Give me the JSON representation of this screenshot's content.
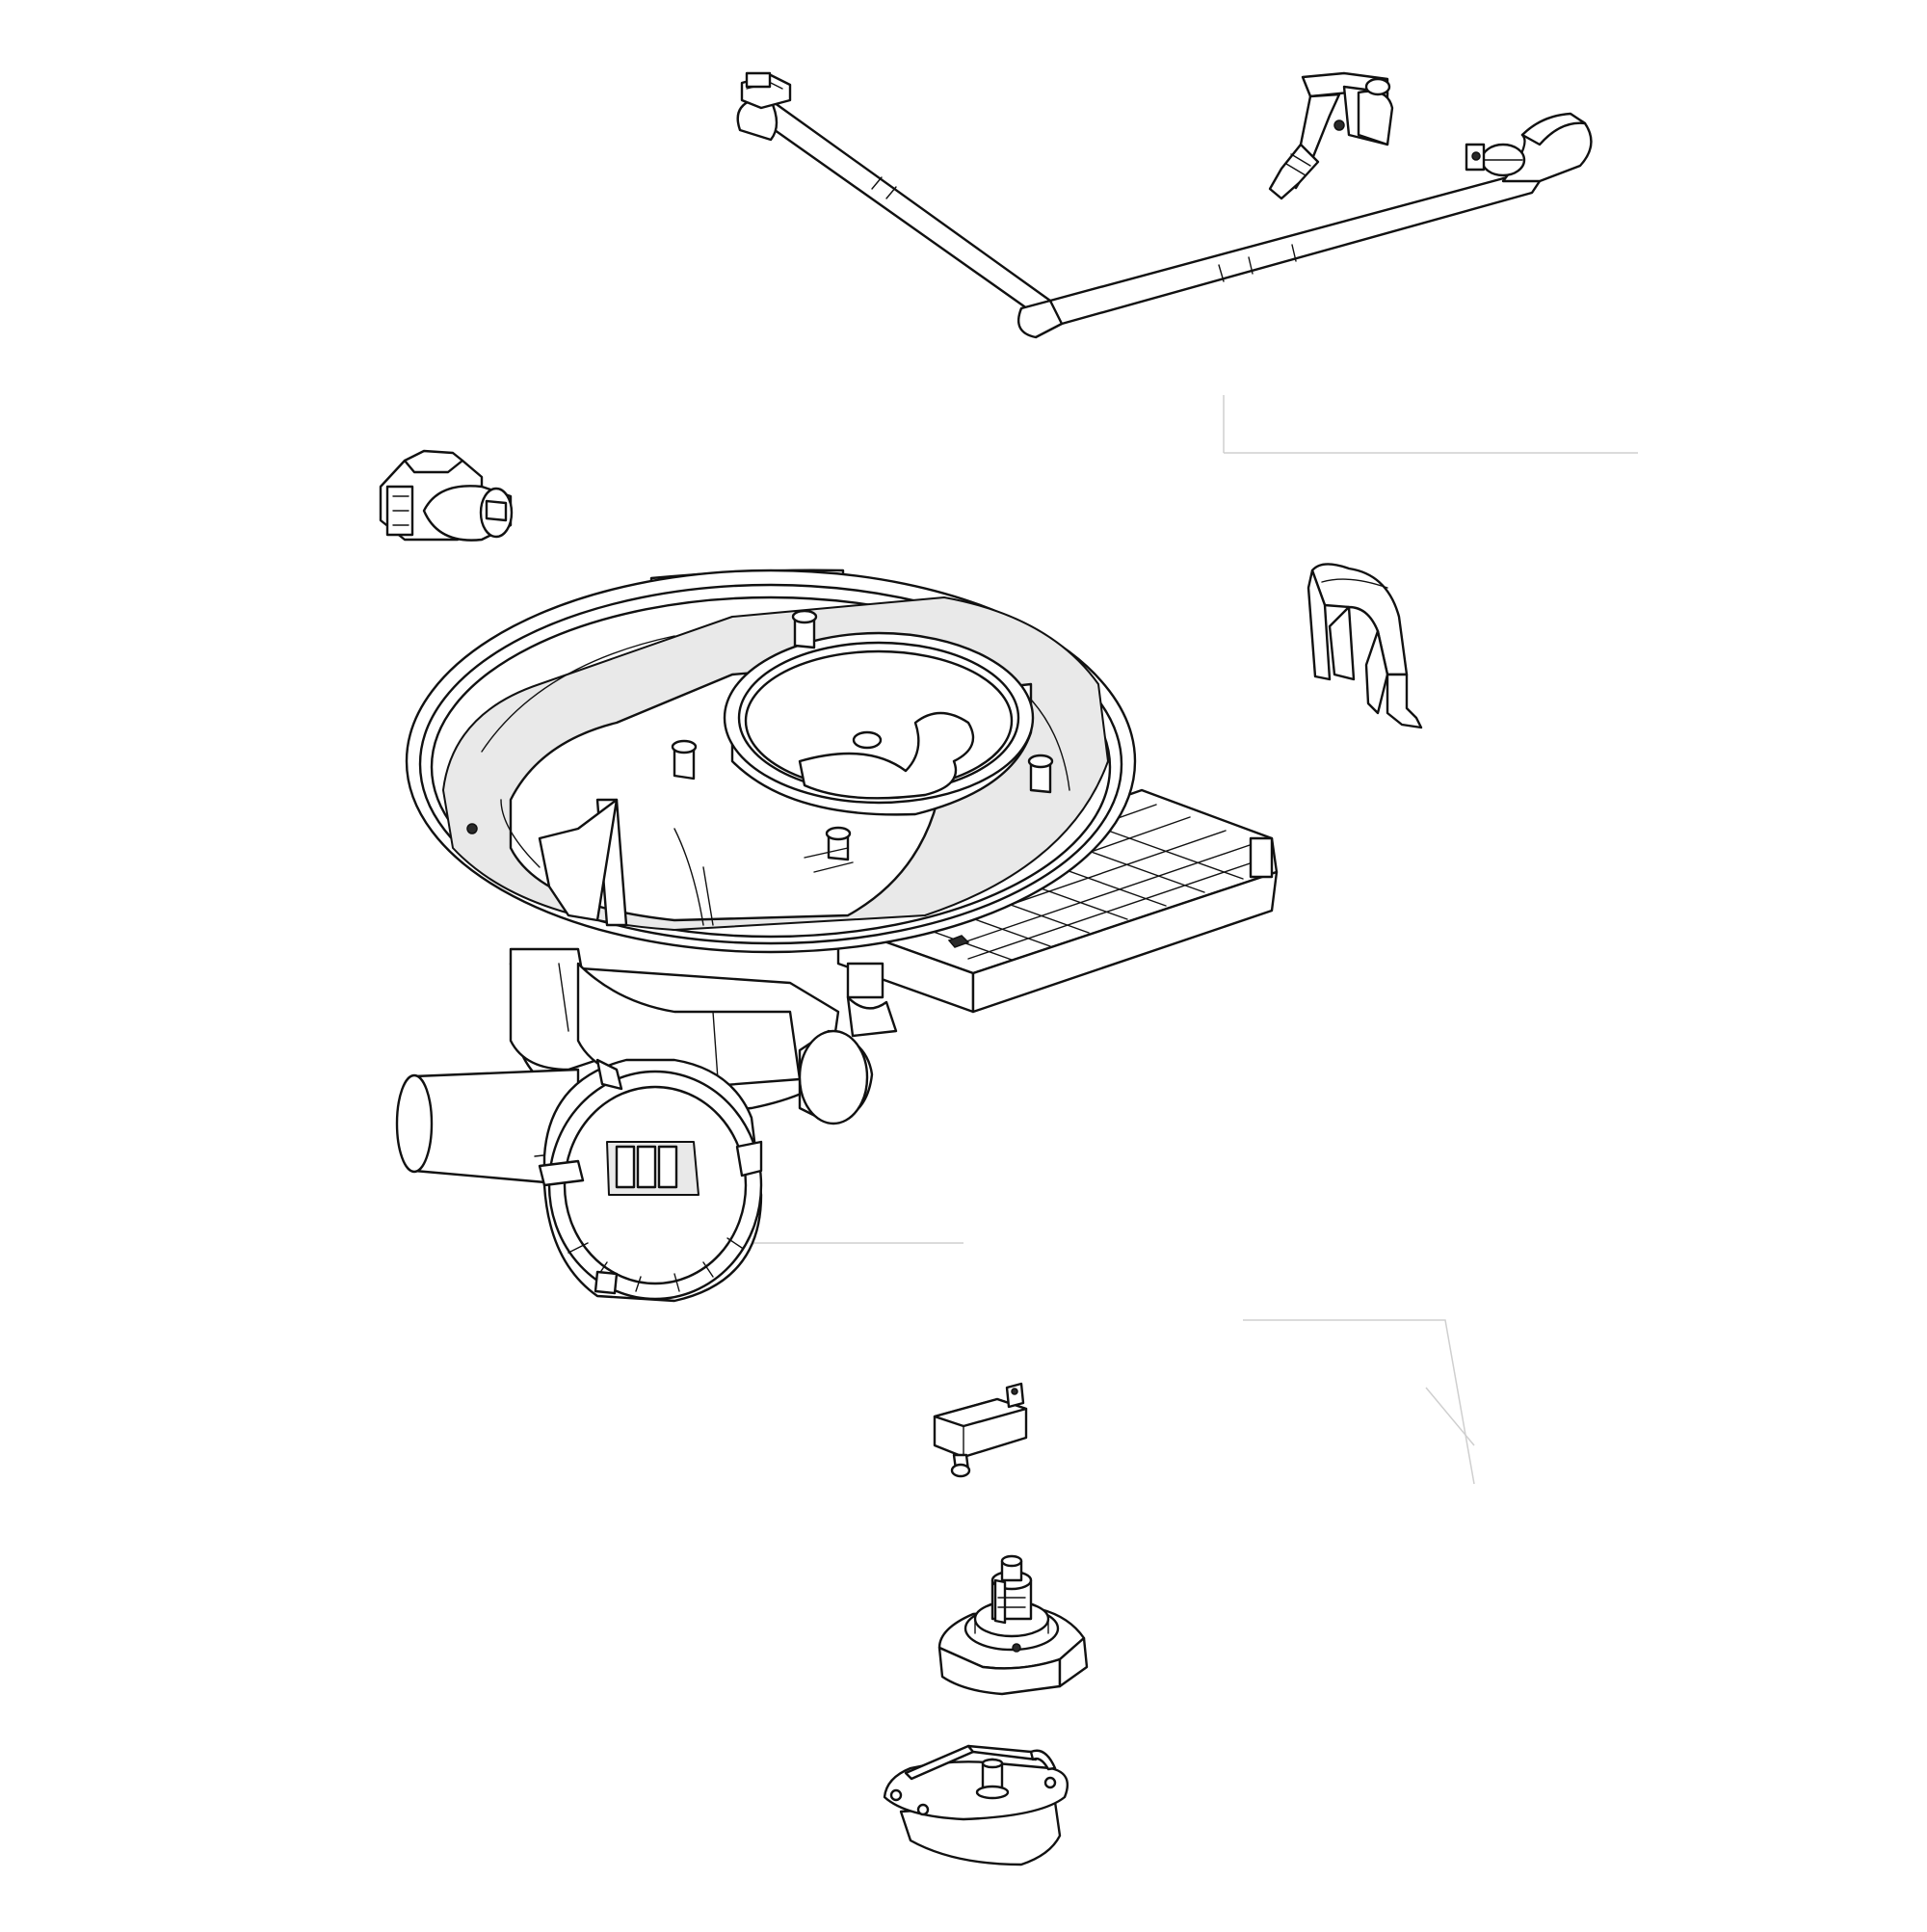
{
  "diagram": {
    "type": "exploded-parts-view",
    "line_color": "#111111",
    "background": "#ffffff",
    "parts": [
      {
        "id": "drain-hose-assembly",
        "icon": "hose-icon"
      },
      {
        "id": "valve-connector",
        "icon": "valve-icon"
      },
      {
        "id": "sensor-clip",
        "icon": "sensor-icon"
      },
      {
        "id": "sump-shroud",
        "icon": "shroud-icon"
      },
      {
        "id": "sump-assembly",
        "icon": "sump-icon"
      },
      {
        "id": "micro-switch",
        "icon": "switch-icon"
      },
      {
        "id": "diverter-motor",
        "icon": "motor-icon"
      },
      {
        "id": "pump-motor-cap",
        "icon": "cap-icon"
      }
    ]
  }
}
